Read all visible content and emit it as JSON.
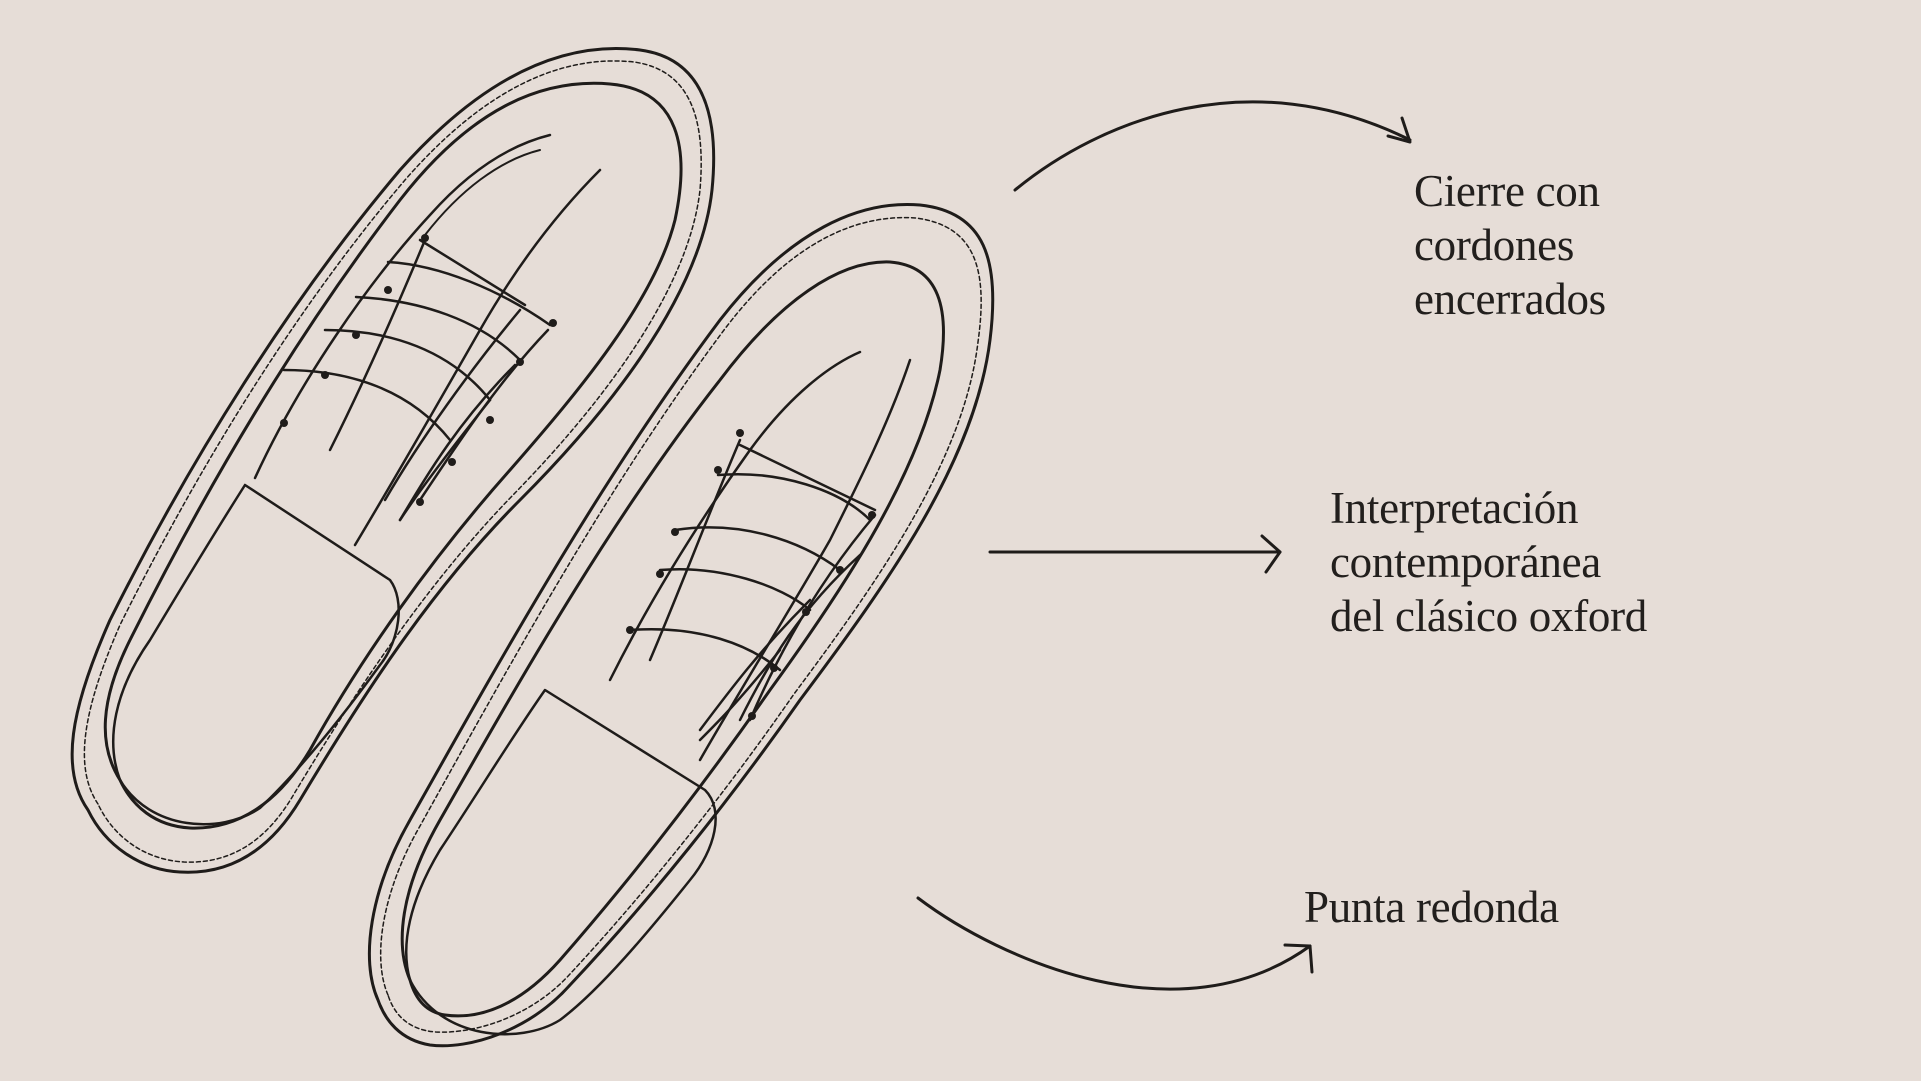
{
  "annotations": {
    "laces": {
      "lines": [
        "Cierre con",
        "cordones",
        "encerrados"
      ]
    },
    "oxford": {
      "lines": [
        "Interpretación",
        "contemporánea",
        "del clásico oxford"
      ]
    },
    "toe": {
      "lines": [
        "Punta redonda"
      ]
    }
  },
  "colors": {
    "background": "#e6ddd7",
    "ink": "#1f1c1a"
  }
}
